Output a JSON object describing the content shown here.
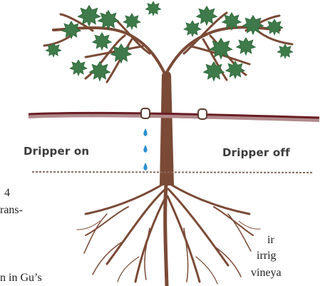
{
  "labels": {
    "dripper_on": "Dripper on",
    "dripper_off": "Dripper off"
  },
  "clipped_text": {
    "left": [
      "4",
      "rans-",
      "n in Gu’s"
    ],
    "right": [
      "ir",
      "irrig",
      "vineya"
    ]
  },
  "colors": {
    "wood": "#7a4a36",
    "leaf": "#3f7a4a",
    "leaf_dark": "#2f6a3c",
    "pipe": "#6a1e24",
    "pipe_shadow": "#b08a8c",
    "water": "#2b8fd0",
    "soil_line": "#8a6a5e"
  },
  "icons": [
    "grapevine-illustration",
    "drip-pipe",
    "dripper-emitter-icon",
    "water-drop-icon",
    "root-system"
  ]
}
